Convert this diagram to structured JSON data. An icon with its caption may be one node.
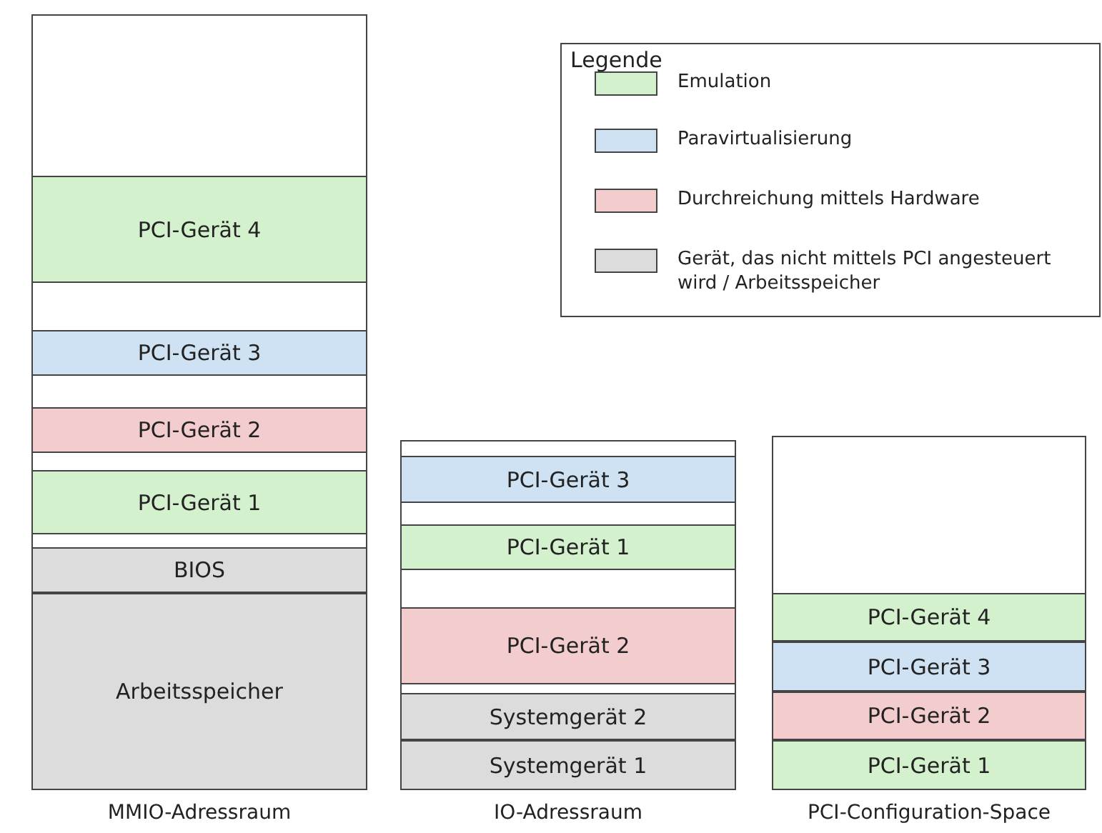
{
  "diagram": {
    "nodes": [
      {
        "text": [
          "MMIO-Adressraum"
        ]
      },
      {
        "text": [
          "PCI-Gerät 4"
        ],
        "in": 0
      },
      {
        "text": [
          "PCI-Gerät 3"
        ],
        "in": 0
      },
      {
        "text": [
          "PCI-Gerät 2"
        ],
        "in": 0
      },
      {
        "text": [
          "PCI-Gerät 1"
        ],
        "in": 0
      },
      {
        "text": [
          "BIOS"
        ],
        "in": 0
      },
      {
        "text": [
          "Arbeitsspeicher"
        ],
        "in": 0
      },
      {
        "text": [
          "IO-Adressraum"
        ]
      },
      {
        "text": [
          "PCI-Gerät 3"
        ],
        "in": 7
      },
      {
        "text": [
          "PCI-Gerät 1"
        ],
        "in": 7
      },
      {
        "text": [
          "PCI-Gerät 2"
        ],
        "in": 7
      },
      {
        "text": [
          "Systemgerät 2"
        ],
        "in": 7
      },
      {
        "text": [
          "Systemgerät 1"
        ],
        "in": 7
      },
      {
        "text": [
          "PCI-Configuration-Space"
        ]
      },
      {
        "text": [
          "PCI-Gerät 4"
        ],
        "in": 13
      },
      {
        "text": [
          "PCI-Gerät 3"
        ],
        "in": 13
      },
      {
        "text": [
          "PCI-Gerät 2"
        ],
        "in": 13
      },
      {
        "text": [
          "PCI-Gerät 1"
        ],
        "in": 13
      }
    ],
    "edges": [],
    "labels": [
      "Legende"
    ],
    "legend": [
      {
        "text": "Emulation",
        "color": "#d4f1cd"
      },
      {
        "text": "Paravirtualisierung",
        "color": "#cfe2f3"
      },
      {
        "text": "Durchreichung mittels Hardware",
        "color": "#f3cdcd"
      },
      {
        "text": "Gerät, das nicht mittels PCI angesteuert wird / Arbeitsspeicher",
        "color": "#dcdcdc"
      }
    ]
  }
}
